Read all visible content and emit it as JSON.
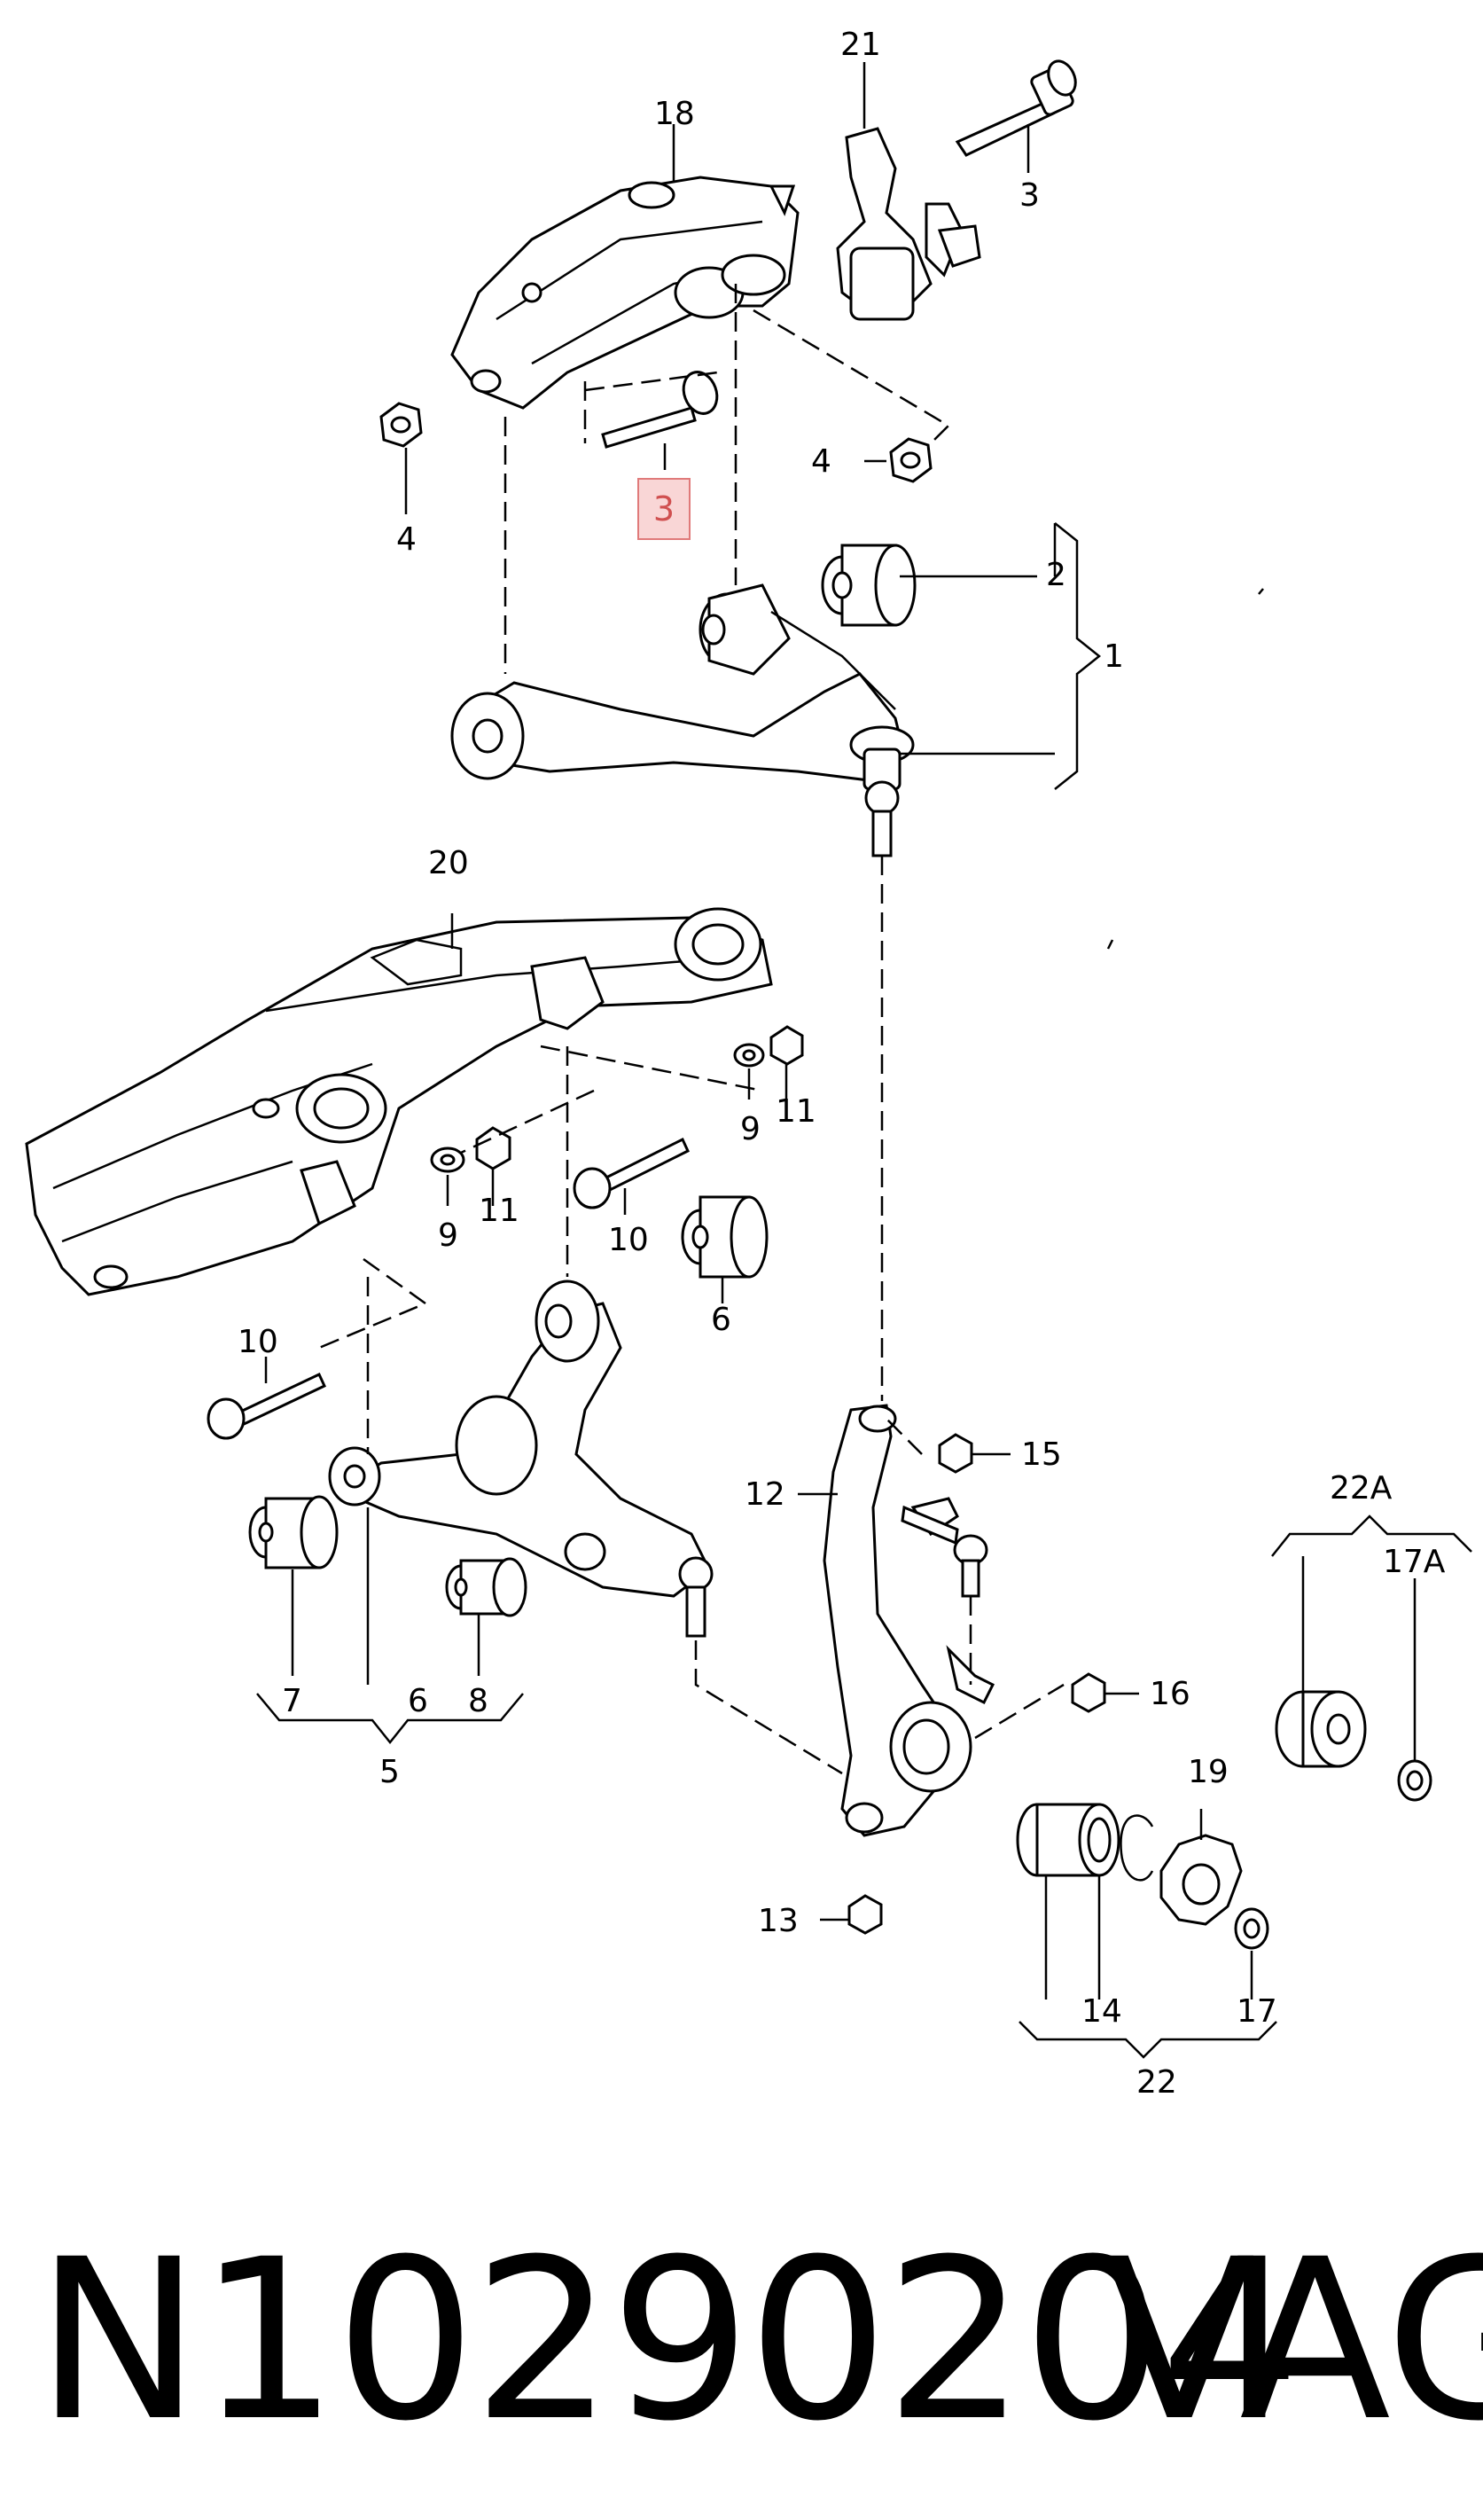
{
  "diagram": {
    "callouts": [
      "1",
      "2",
      "3",
      "3",
      "4",
      "4",
      "5",
      "6",
      "6",
      "7",
      "8",
      "9",
      "9",
      "10",
      "10",
      "11",
      "11",
      "12",
      "13",
      "14",
      "15",
      "16",
      "17",
      "17A",
      "18",
      "19",
      "20",
      "21",
      "22",
      "22A"
    ],
    "highlighted_callout": "3",
    "highlight_color": "#f9d6d6",
    "highlight_border_color": "#e07a7a"
  },
  "caption": {
    "part_number": "N10290204",
    "brand": "VAG"
  }
}
